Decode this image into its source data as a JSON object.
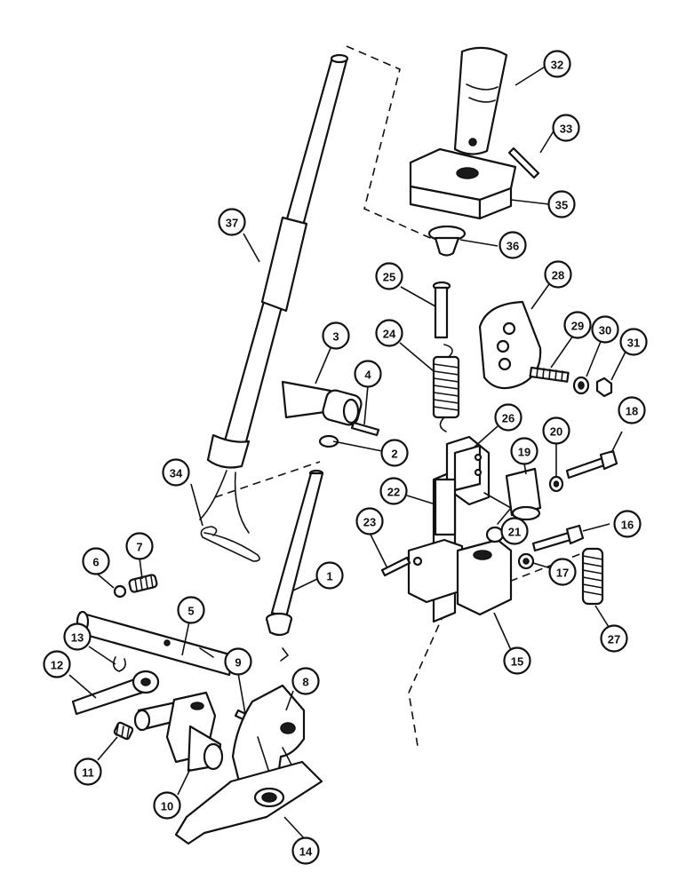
{
  "callouts": [
    {
      "label": "1"
    },
    {
      "label": "2"
    },
    {
      "label": "3"
    },
    {
      "label": "4"
    },
    {
      "label": "5"
    },
    {
      "label": "6"
    },
    {
      "label": "7"
    },
    {
      "label": "8"
    },
    {
      "label": "9"
    },
    {
      "label": "10"
    },
    {
      "label": "11"
    },
    {
      "label": "12"
    },
    {
      "label": "13"
    },
    {
      "label": "14"
    },
    {
      "label": "15"
    },
    {
      "label": "16"
    },
    {
      "label": "17"
    },
    {
      "label": "18"
    },
    {
      "label": "19"
    },
    {
      "label": "20"
    },
    {
      "label": "21"
    },
    {
      "label": "22"
    },
    {
      "label": "23"
    },
    {
      "label": "24"
    },
    {
      "label": "25"
    },
    {
      "label": "26"
    },
    {
      "label": "27"
    },
    {
      "label": "28"
    },
    {
      "label": "29"
    },
    {
      "label": "30"
    },
    {
      "label": "31"
    },
    {
      "label": "32"
    },
    {
      "label": "33"
    },
    {
      "label": "34"
    },
    {
      "label": "35"
    },
    {
      "label": "36"
    },
    {
      "label": "37"
    }
  ]
}
